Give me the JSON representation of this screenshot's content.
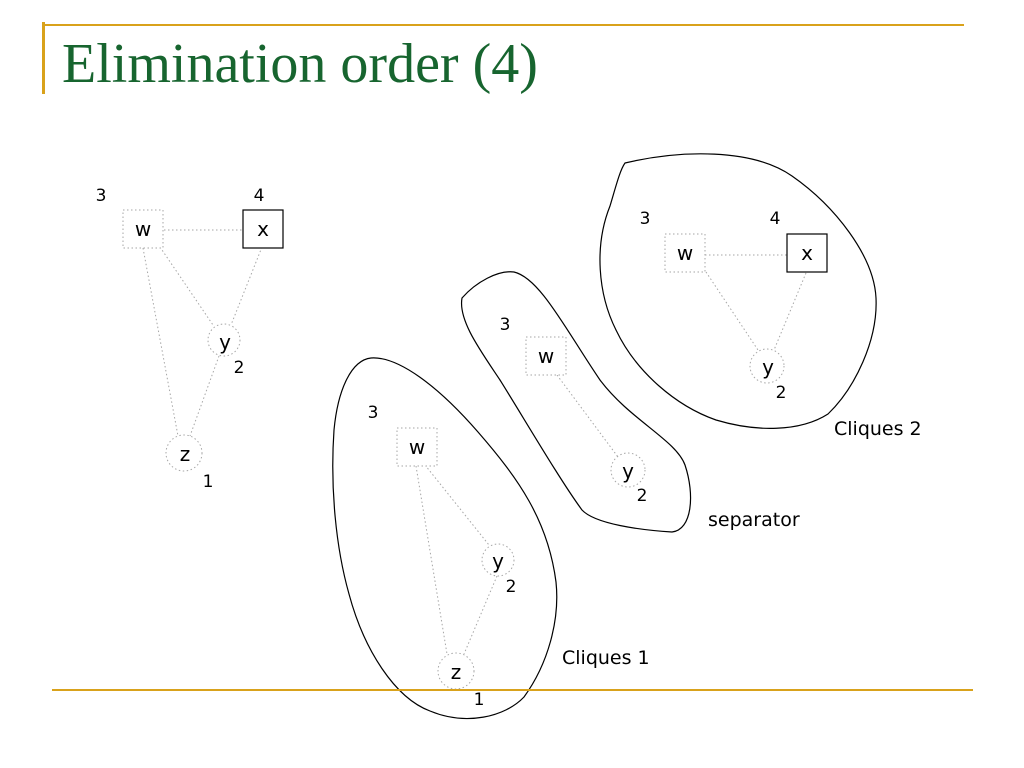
{
  "title": "Elimination order (4)",
  "colors": {
    "title": "#17652f",
    "accent_lines": "#d9a21b"
  },
  "graphs": {
    "main": {
      "nodes": {
        "w": {
          "label": "w",
          "order": "3"
        },
        "x": {
          "label": "x",
          "order": "4"
        },
        "y": {
          "label": "y",
          "order": "2"
        },
        "z": {
          "label": "z",
          "order": "1"
        }
      }
    },
    "clique1": {
      "caption": "Cliques 1",
      "nodes": {
        "w": {
          "label": "w",
          "order": "3"
        },
        "y": {
          "label": "y",
          "order": "2"
        },
        "z": {
          "label": "z",
          "order": "1"
        }
      }
    },
    "separator": {
      "caption": "separator",
      "nodes": {
        "w": {
          "label": "w",
          "order": "3"
        },
        "y": {
          "label": "y",
          "order": "2"
        }
      }
    },
    "clique2": {
      "caption": "Cliques 2",
      "nodes": {
        "w": {
          "label": "w",
          "order": "3"
        },
        "x": {
          "label": "x",
          "order": "4"
        },
        "y": {
          "label": "y",
          "order": "2"
        }
      }
    }
  }
}
